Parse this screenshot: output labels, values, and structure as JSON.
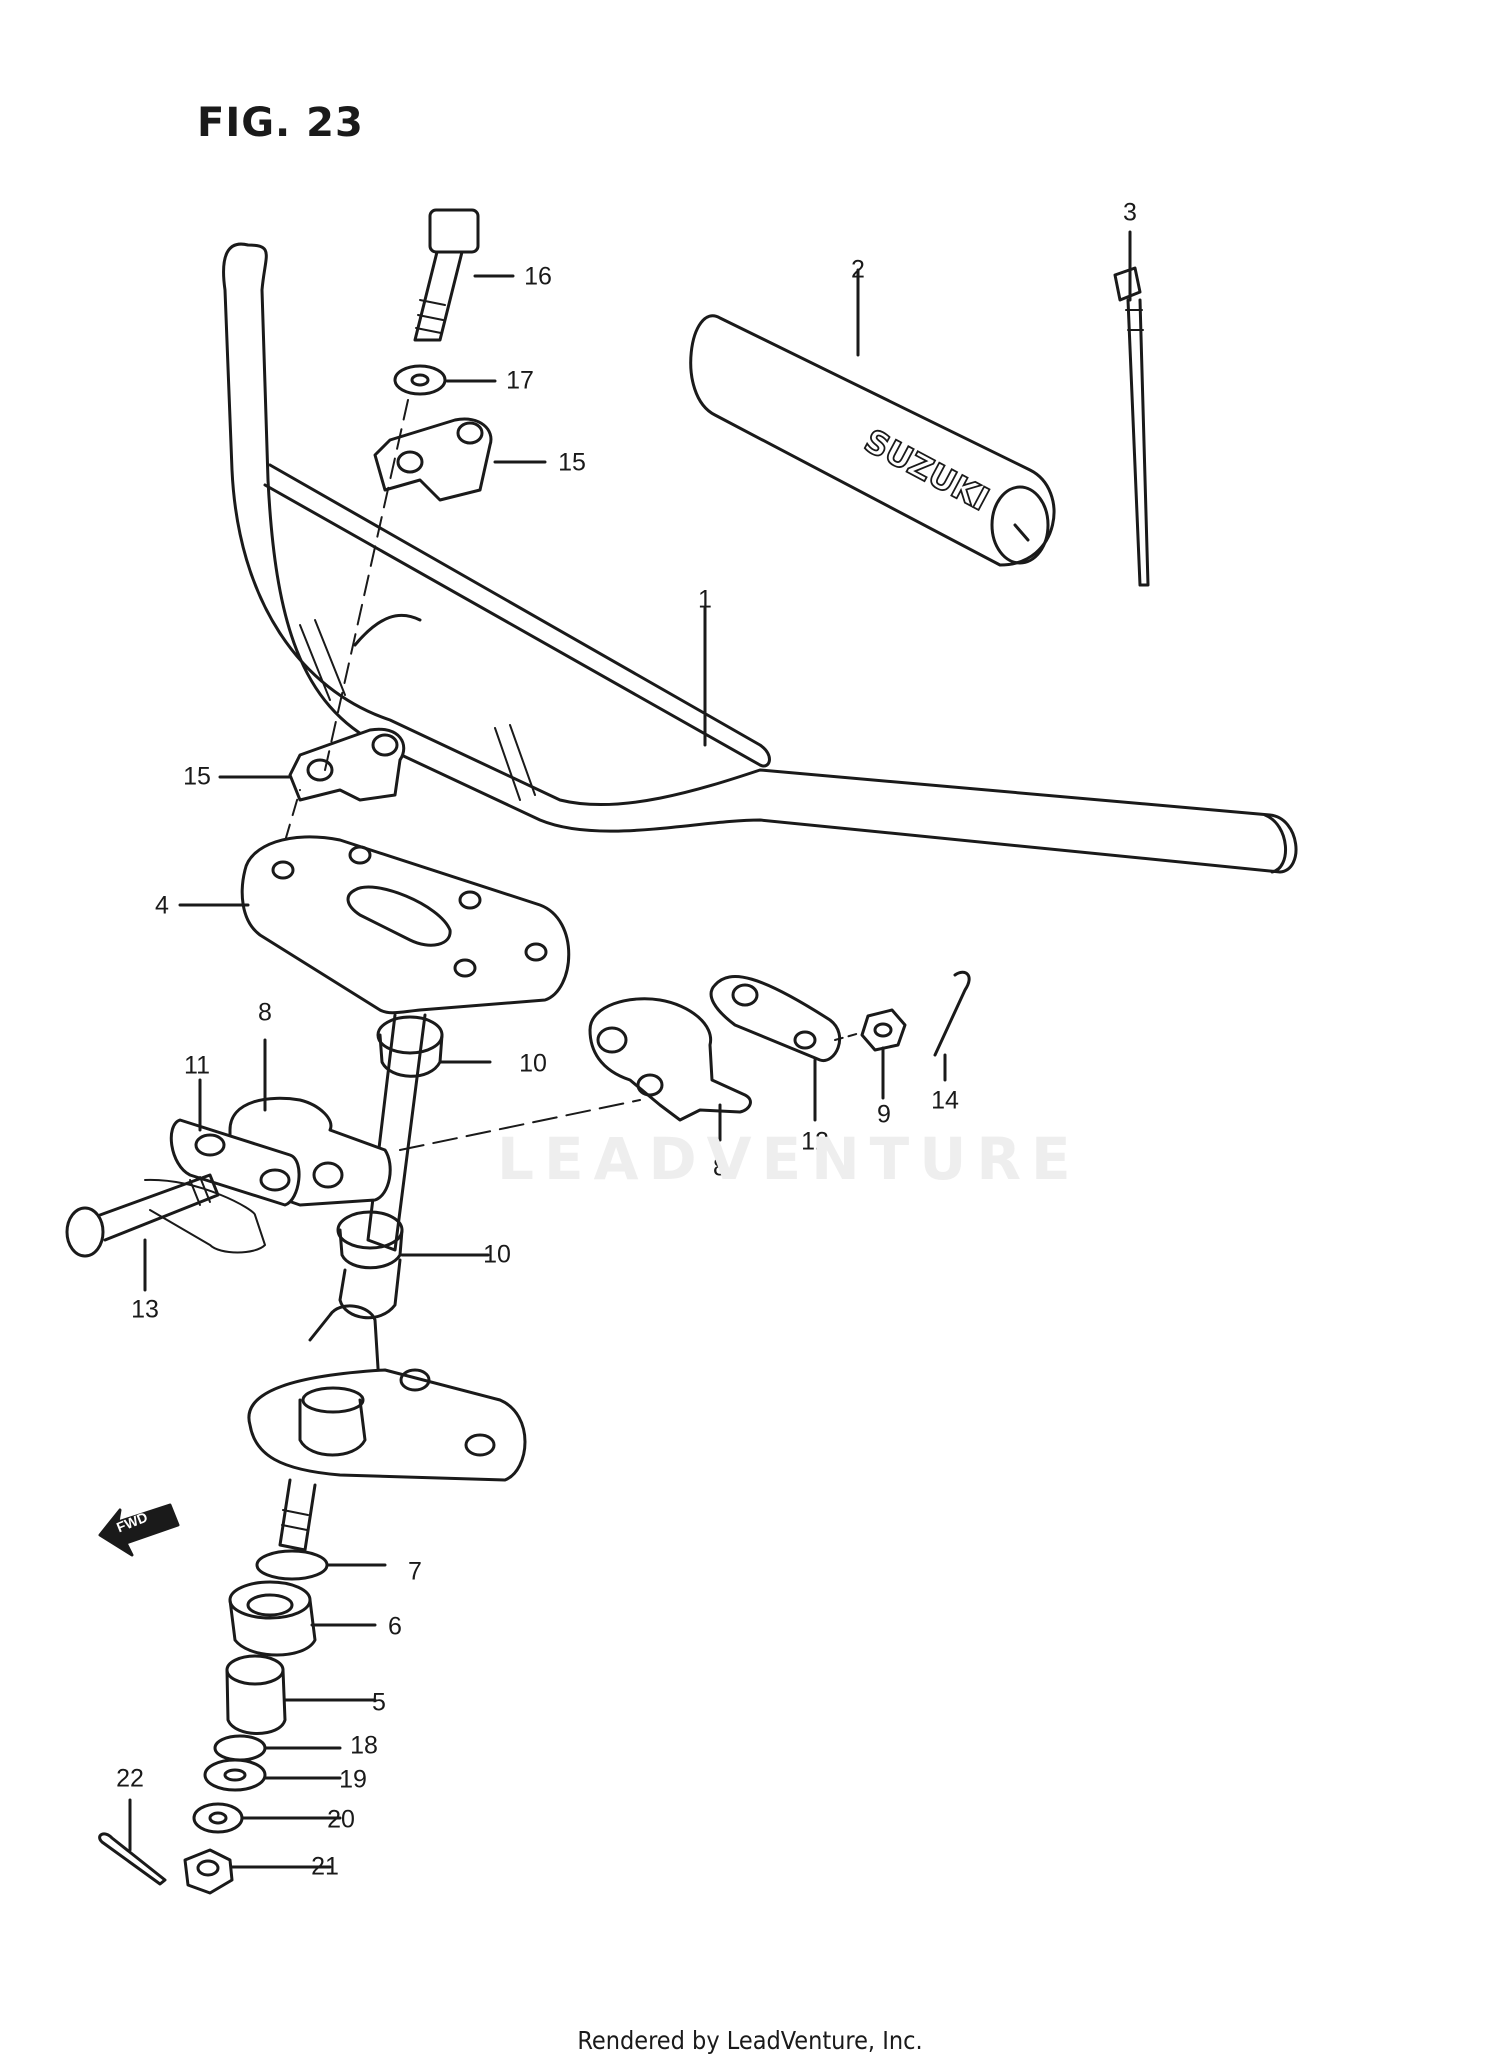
{
  "figure": {
    "title": "FIG. 23"
  },
  "callouts": {
    "c1": "1",
    "c2": "2",
    "c3": "3",
    "c4": "4",
    "c5": "5",
    "c6": "6",
    "c7": "7",
    "c8a": "8",
    "c8b": "8",
    "c9": "9",
    "c10a": "10",
    "c10b": "10",
    "c11": "11",
    "c12": "12",
    "c13": "13",
    "c14": "14",
    "c15a": "15",
    "c15b": "15",
    "c16": "16",
    "c17": "17",
    "c18": "18",
    "c19": "19",
    "c20": "20",
    "c21": "21",
    "c22": "22"
  },
  "parts": {
    "pad_brand": "SUZUKI",
    "fwd_label": "FWD"
  },
  "watermark": "LEADVENTURE",
  "footer": "Rendered by LeadVenture, Inc."
}
